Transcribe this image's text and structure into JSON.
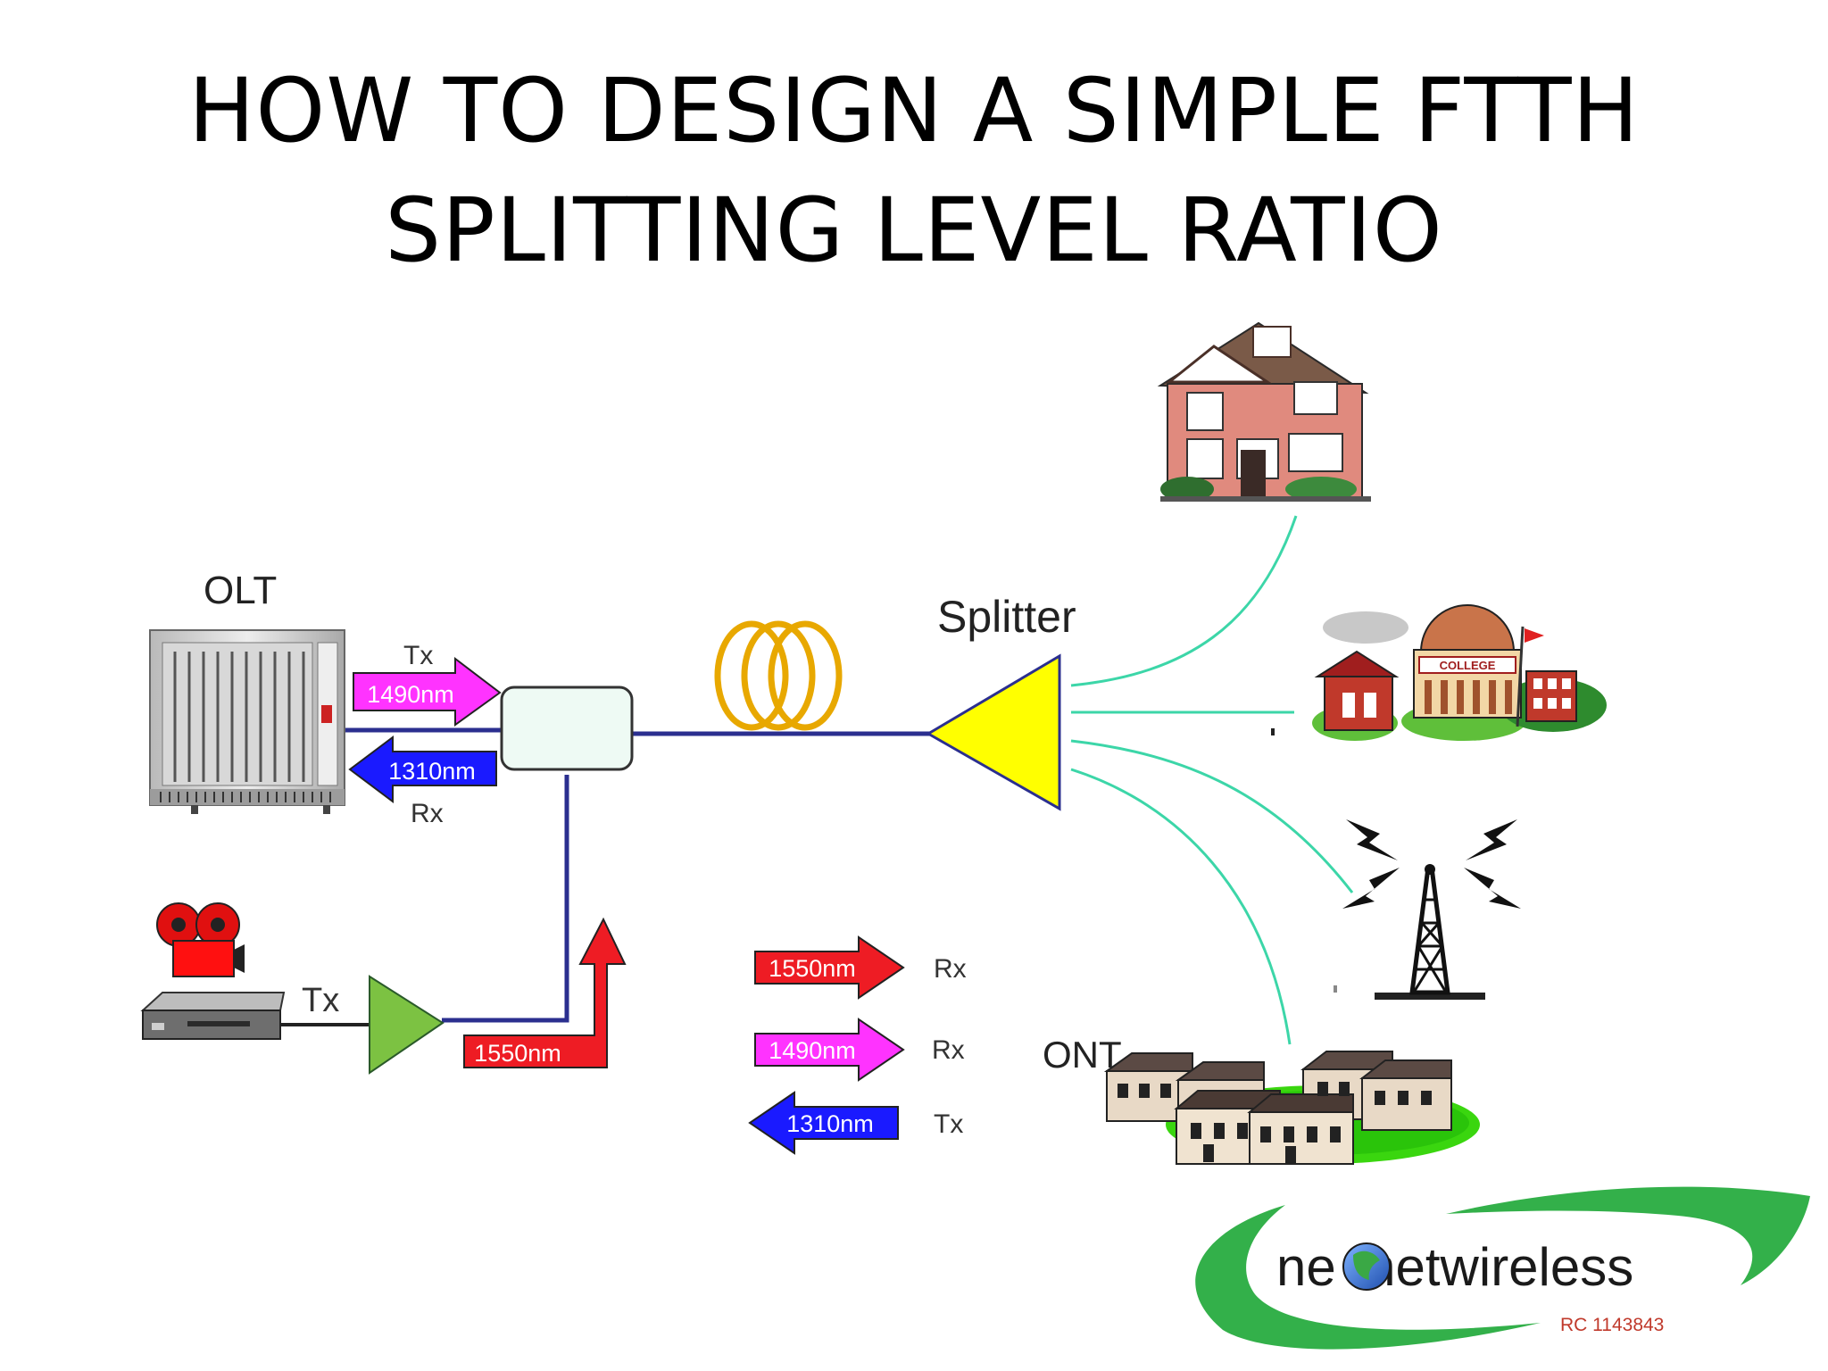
{
  "title": {
    "line1": "HOW TO DESIGN A SIMPLE FTTH",
    "line2": "SPLITTING LEVEL RATIO"
  },
  "labels": {
    "olt": "OLT",
    "splitter": "Splitter",
    "ont": "ONT",
    "olt_tx": "Tx",
    "olt_rx": "Rx",
    "video_tx": "Tx",
    "college_sign": "COLLEGE"
  },
  "wavelength_tags": {
    "olt_tx": "1490nm",
    "olt_rx": "1310nm",
    "video": "1550nm"
  },
  "legend": [
    {
      "wavelength": "1550nm",
      "direction": "Rx",
      "color": "#ee1c24",
      "arrow": "right"
    },
    {
      "wavelength": "1490nm",
      "direction": "Rx",
      "color": "#ff33ff",
      "arrow": "right"
    },
    {
      "wavelength": "1310nm",
      "direction": "Tx",
      "color": "#1a1aff",
      "arrow": "left"
    }
  ],
  "logo": {
    "brand": "neonetwireless",
    "registration": "RC 1143843"
  },
  "colors": {
    "fiber": "#2b2f8f",
    "drop_fiber": "#3cd6a8",
    "splitter": "#ffff00",
    "amplifier": "#7cc242",
    "fiber_coil": "#e8a800",
    "logo_green": "#33b04a",
    "logo_blue": "#2f66c9"
  },
  "icons": [
    "olt-rack-icon",
    "wdm-coupler-icon",
    "fiber-coil-icon",
    "splitter-triangle-icon",
    "house-icon",
    "college-icon",
    "radio-tower-icon",
    "ont-houses-icon",
    "film-camera-icon",
    "video-player-icon",
    "amplifier-icon",
    "globe-icon"
  ]
}
